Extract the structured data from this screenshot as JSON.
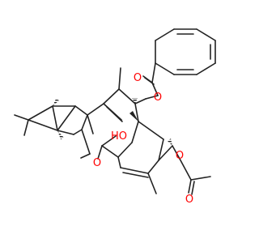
{
  "molecule": {
    "bond_color": "#222222",
    "oxygen_color": "#ff0000",
    "atoms": {
      "o_carbonyl_benzoate": "O",
      "o_ester_benzoate": "O",
      "oh_label": "HO",
      "o_ester_acetate": "O",
      "o_carbonyl_acetate": "O",
      "o_ketone": "O"
    }
  }
}
